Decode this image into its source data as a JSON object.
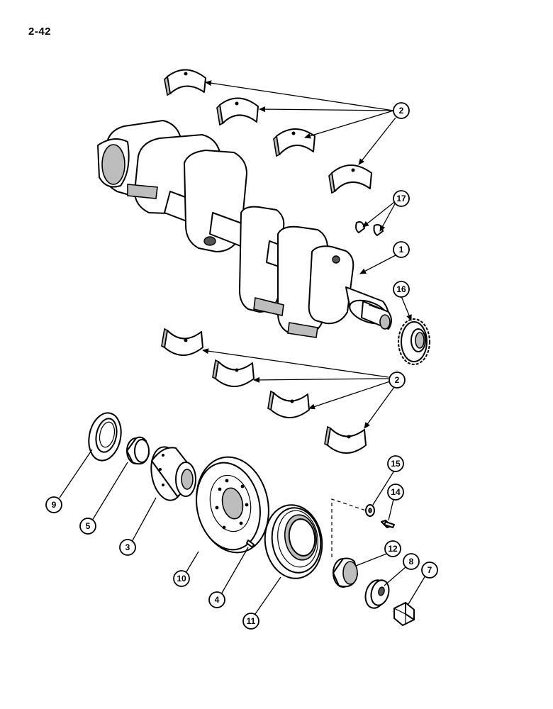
{
  "page_number": "2-42",
  "callouts": {
    "c1": "1",
    "c2_upper": "2",
    "c2_lower": "2",
    "c3": "3",
    "c4": "4",
    "c5": "5",
    "c7": "7",
    "c8": "8",
    "c9": "9",
    "c10": "10",
    "c11": "11",
    "c12": "12",
    "c14": "14",
    "c15": "15",
    "c16": "16",
    "c17": "17"
  }
}
